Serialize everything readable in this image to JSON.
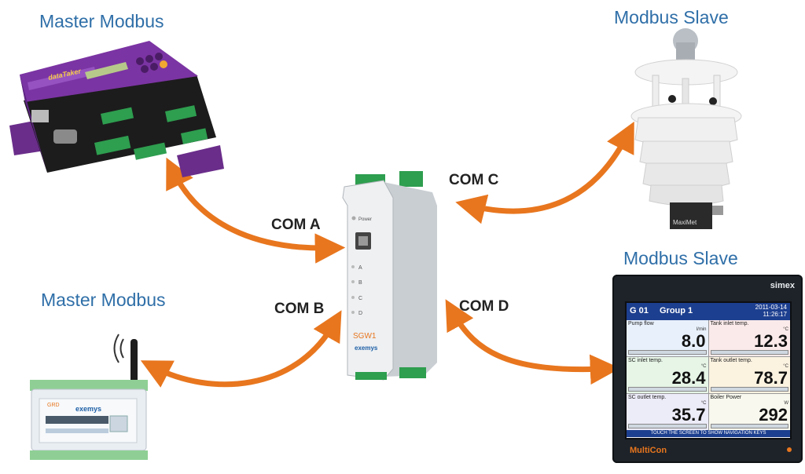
{
  "titles": {
    "master_top": "Master Modbus",
    "master_bottom": "Master Modbus",
    "slave_top": "Modbus Slave",
    "slave_bottom": "Modbus Slave"
  },
  "ports": {
    "a": "COM A",
    "b": "COM B",
    "c": "COM C",
    "d": "COM D"
  },
  "gateway": {
    "power": "Power",
    "leds": [
      "A",
      "B",
      "C",
      "D"
    ],
    "model": "SGW1",
    "brand": "exemys"
  },
  "datalogger": {
    "brand": "dataTaker"
  },
  "rtu": {
    "model": "GRD",
    "brand": "exemys"
  },
  "weather_station": {
    "brand": "MaxiMet"
  },
  "display": {
    "brand": "simex",
    "header_left": "G 01",
    "header_group": "Group 1",
    "date": "2011-03-14",
    "time": "11:26:17",
    "cells": [
      {
        "label": "Pump flow",
        "unit": "l/min",
        "value": "8.0"
      },
      {
        "label": "Tank inlet temp.",
        "unit": "°C",
        "value": "12.3"
      },
      {
        "label": "SC inlet temp.",
        "unit": "°C",
        "value": "28.4"
      },
      {
        "label": "Tank outlet temp.",
        "unit": "°C",
        "value": "78.7"
      },
      {
        "label": "SC outlet temp.",
        "unit": "°C",
        "value": "35.7"
      },
      {
        "label": "Boiler Power",
        "unit": "W",
        "value": "292"
      }
    ],
    "footer": "TOUCH THE SCREEN TO SHOW NAVIGATION KEYS",
    "product": "MultiCon"
  },
  "colors": {
    "arrow": "#e8761e",
    "title": "#2f6fa8"
  }
}
